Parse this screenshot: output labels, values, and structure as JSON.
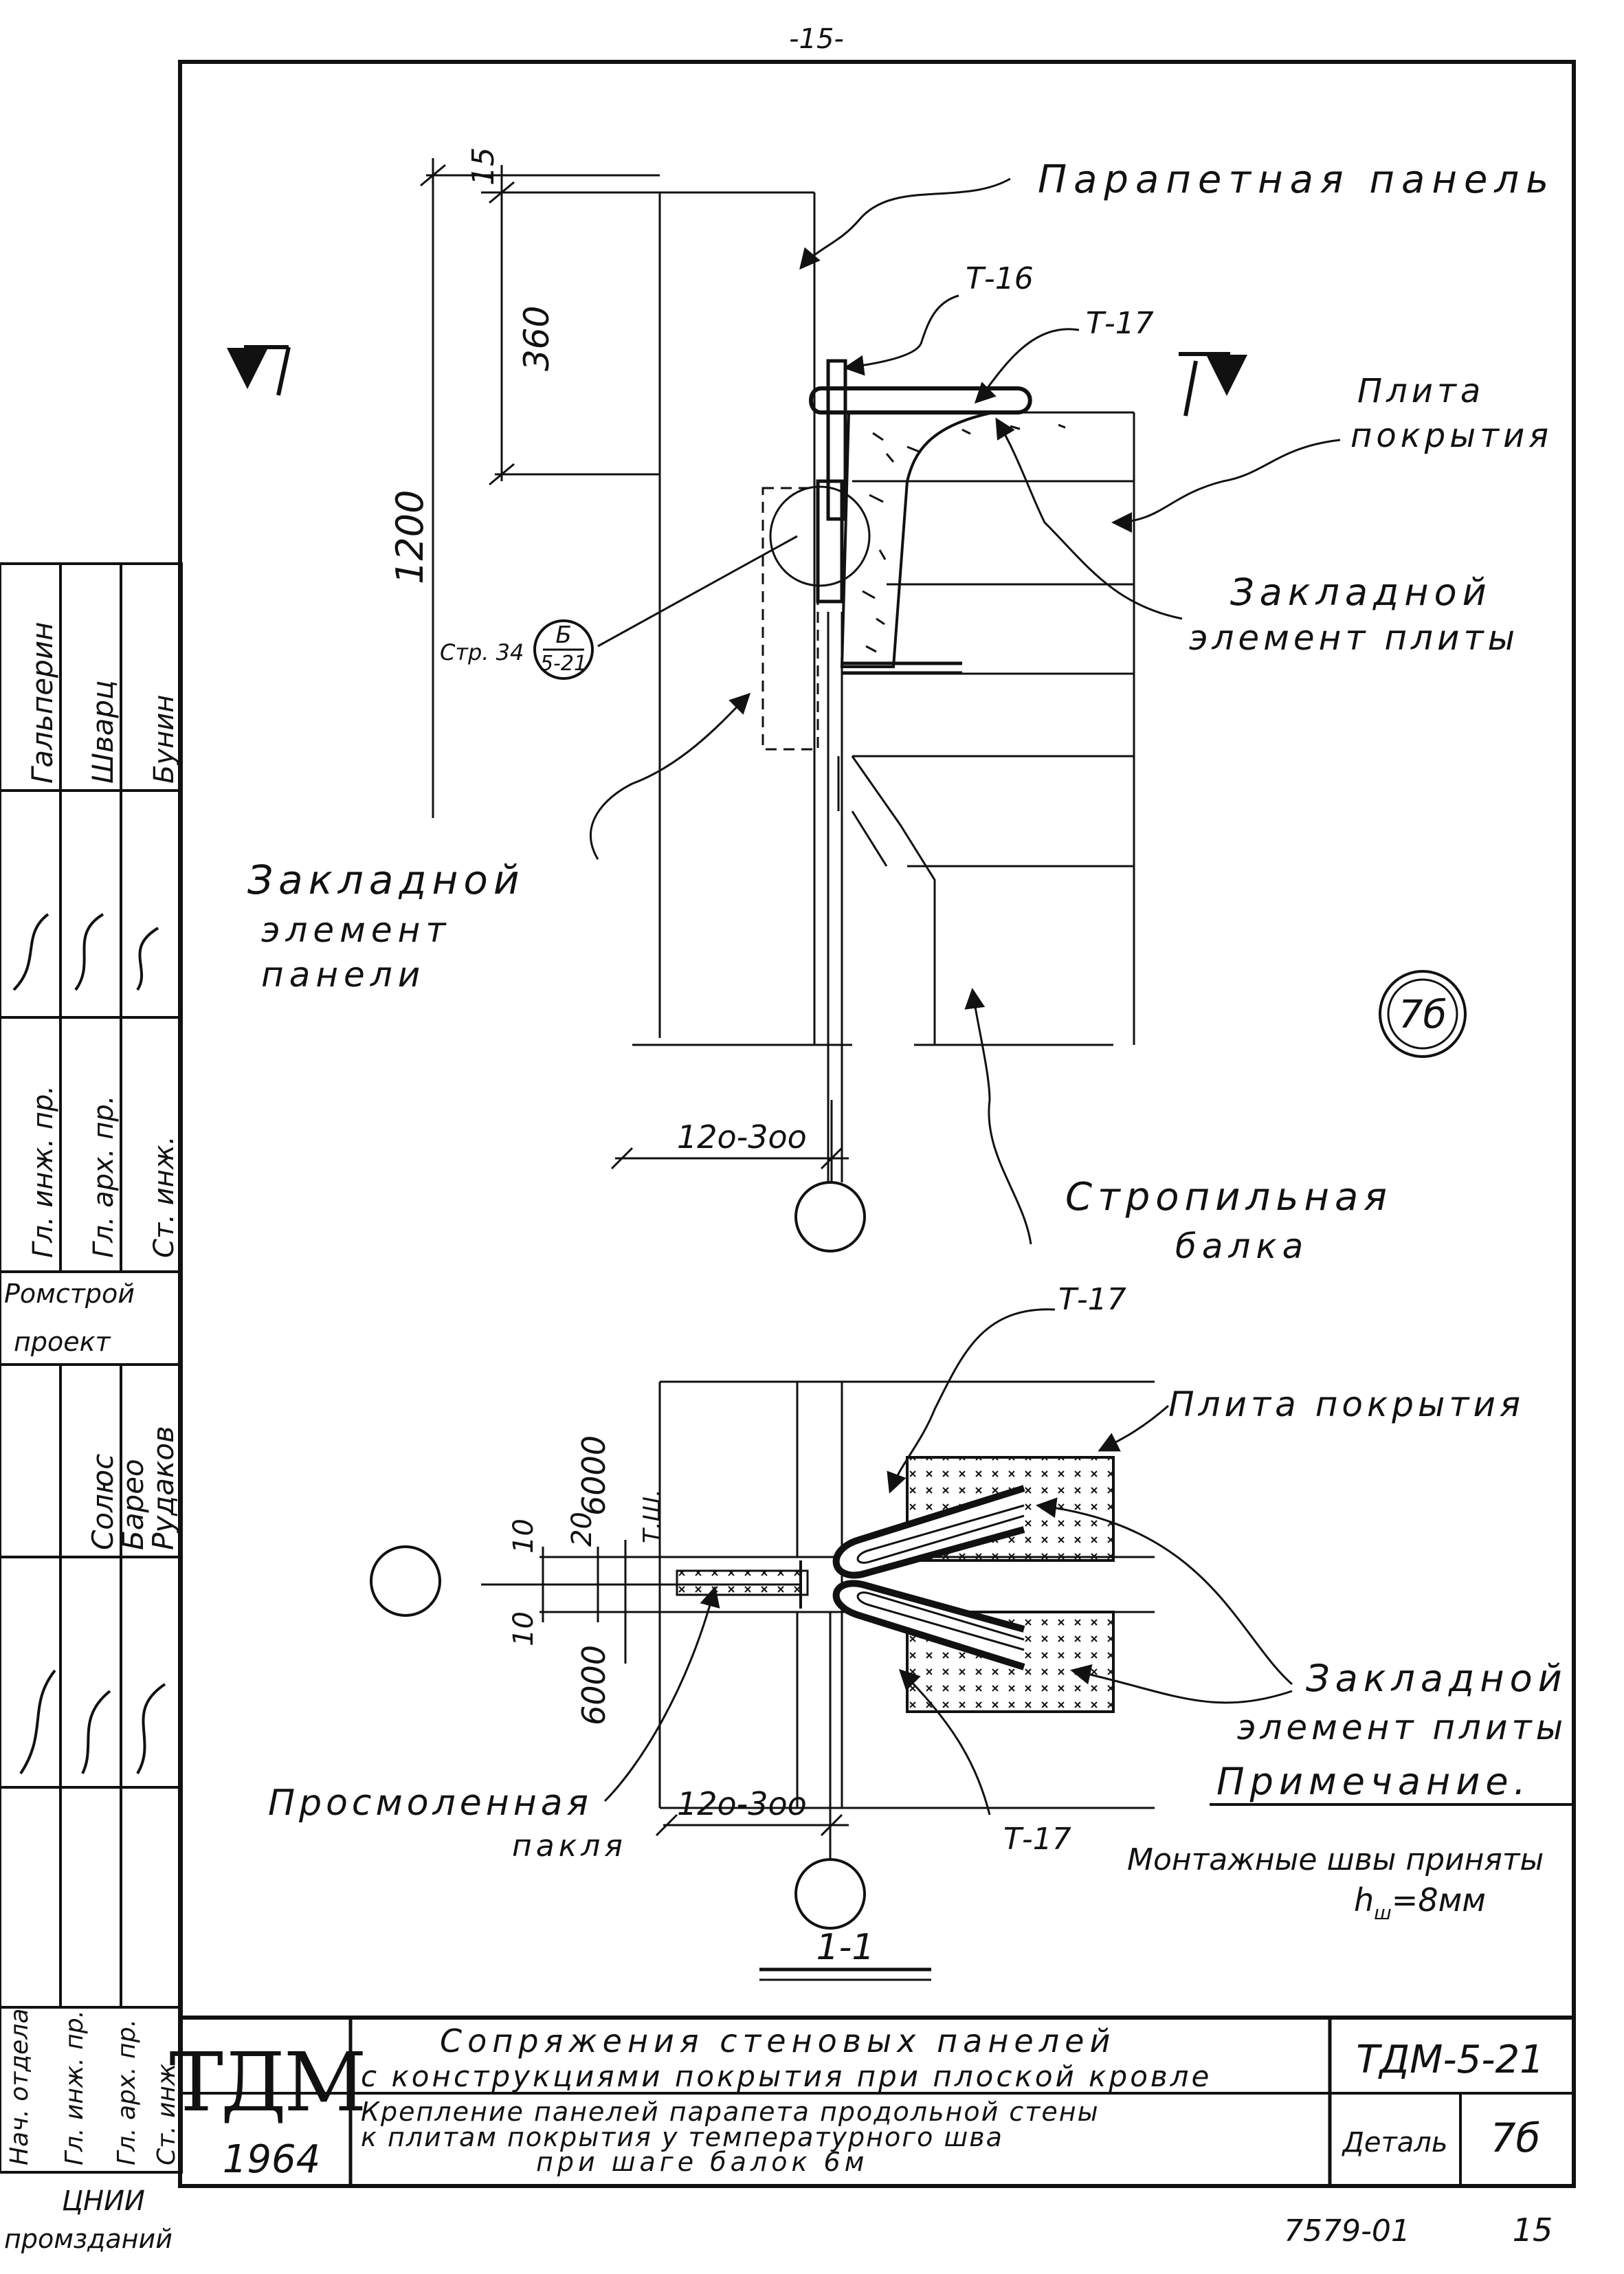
{
  "page_number": "-15-",
  "labels": {
    "parapet_panel": "Парапетная панель",
    "t16": "Т-16",
    "t17_top": "Т-17",
    "plate_cover": [
      "Плита",
      "покрытия"
    ],
    "embedded_plate_top": [
      "Закладной",
      "элемент плиты"
    ],
    "embedded_panel": [
      "Закладной",
      "элемент",
      "панели"
    ],
    "rafter_beam": [
      "Стропильная",
      "балка"
    ],
    "sheet_ref": "Стр. 34",
    "ref_bubble_top": "Б",
    "ref_bubble_bottom": "5-21",
    "detail_mark": "7б",
    "t17_plan_top": "Т-17",
    "plate_cover_plan": "Плита покрытия",
    "embedded_plate_plan": [
      "Закладной",
      "элемент плиты"
    ],
    "tarred_tow": [
      "Просмоленная",
      "пакля"
    ],
    "t17_plan_bottom": "Т-17",
    "temp_joint": "Т.Ш.",
    "section_top": "1",
    "section_label": "1-1",
    "note_title": "Примечание.",
    "note_text": "Монтажные швы приняты",
    "note_weld": "h",
    "note_weld_sub": "ш",
    "note_weld_value": "=8мм"
  },
  "dimensions": {
    "d15": "15",
    "d360": "360",
    "d1200": "1200",
    "d120_300_top": "12о-3оо",
    "d6000_top": "6000",
    "d6000_bottom": "6000",
    "d10a": "10",
    "d10b": "10",
    "d20": "20",
    "d120_300_bottom": "12о-3оо"
  },
  "side_stamp": {
    "rows_top": [
      "Гальперин",
      "Шварц",
      "Бунин"
    ],
    "roles_top": [
      "Гл. инж. пр.",
      "Гл. арх. пр.",
      "Ст. инж."
    ],
    "org_top": [
      "Ромстрой",
      "проект"
    ],
    "rows_bottom": [
      "Солюс",
      "Барео",
      "Рудаков"
    ],
    "roles_bottom": [
      "Нач. отдела",
      "Гл. инж. пр.",
      "Гл. арх. пр.",
      "Ст. инж."
    ],
    "org_bottom": [
      "ЦНИИ",
      "промзданий"
    ]
  },
  "title_block": {
    "logo": "ТДМ",
    "year": "1964",
    "title_line1": "Сопряжения стеновых панелей",
    "title_line2": "с конструкциями покрытия при плоской кровле",
    "subtitle_line1": "Крепление панелей парапета продольной стены",
    "subtitle_line2": "к плитам покрытия у температурного шва",
    "subtitle_line3": "при шаге балок 6м",
    "sheet_code": "ТДМ-5-21",
    "detail_label": "Деталь",
    "detail_value": "7б"
  },
  "footer": {
    "archive_no": "7579-01",
    "sheet_no": "15"
  }
}
